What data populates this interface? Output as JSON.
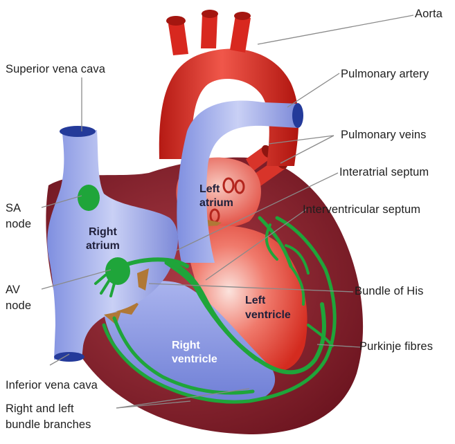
{
  "labels": {
    "aorta": "Aorta",
    "superior_vena_cava": "Superior vena cava",
    "pulmonary_artery": "Pulmonary artery",
    "pulmonary_veins": "Pulmonary veins",
    "interatrial_septum": "Interatrial septum",
    "sa_node_line1": "SA",
    "sa_node_line2": "node",
    "interventricular_septum": "Interventricular septum",
    "right_atrium_line1": "Right",
    "right_atrium_line2": "atrium",
    "left_atrium_line1": "Left",
    "left_atrium_line2": "atrium",
    "av_node_line1": "AV",
    "av_node_line2": "node",
    "bundle_of_his": "Bundle of His",
    "left_ventricle_line1": "Left",
    "left_ventricle_line2": "ventricle",
    "right_ventricle_line1": "Right",
    "right_ventricle_line2": "ventricle",
    "purkinje_fibres": "Purkinje fibres",
    "inferior_vena_cava": "Inferior vena cava",
    "bundle_branches_line1": "Right and left",
    "bundle_branches_line2": "bundle branches"
  },
  "colors": {
    "background": "#ffffff",
    "myocardium": "#8a1f2a",
    "aorta_red": "#d8281f",
    "vein_blue": "#8f9ee6",
    "left_chamber_red": "#e7493c",
    "conduction_green": "#1fa53a",
    "leader_line": "#8a8a8a"
  }
}
